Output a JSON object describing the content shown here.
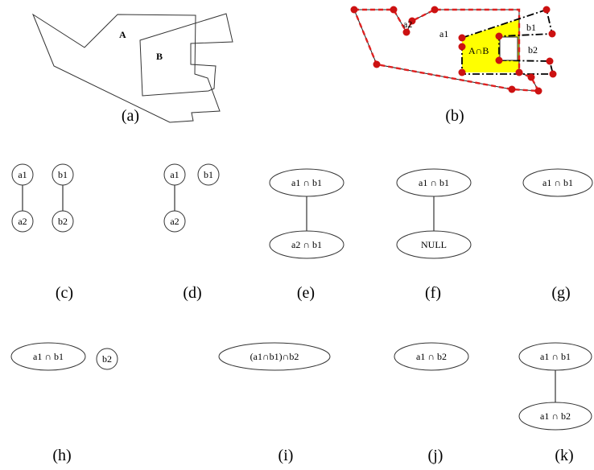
{
  "captions": {
    "a": "(a)",
    "b": "(b)",
    "c": "(c)",
    "d": "(d)",
    "e": "(e)",
    "f": "(f)",
    "g": "(g)",
    "h": "(h)",
    "i": "(i)",
    "j": "(j)",
    "k": "(k)"
  },
  "panel_a": {
    "label_A": "A",
    "label_B": "B"
  },
  "panel_b": {
    "label_a1": "a1",
    "label_a2": "a2",
    "label_b1": "b1",
    "label_b2": "b2",
    "label_intersection": "A∩B",
    "colors": {
      "polygon_a_outline": "#e02020",
      "polygon_b_outline": "#000000",
      "intersection_fill": "#ffff00",
      "vertex": "#cc1111"
    }
  },
  "panel_c": {
    "n1": "a1",
    "n2": "a2",
    "n3": "b1",
    "n4": "b2"
  },
  "panel_d": {
    "n1": "a1",
    "n2": "a2",
    "n3": "b1"
  },
  "panel_e": {
    "n1": "a1 ∩ b1",
    "n2": "a2 ∩ b1"
  },
  "panel_f": {
    "n1": "a1 ∩ b1",
    "n2": "NULL"
  },
  "panel_g": {
    "n1": "a1 ∩ b1"
  },
  "panel_h": {
    "n1": "a1 ∩ b1",
    "n2": "b2"
  },
  "panel_i": {
    "n1": "(a1∩b1)∩b2"
  },
  "panel_j": {
    "n1": "a1 ∩ b2"
  },
  "panel_k": {
    "n1": "a1 ∩ b1",
    "n2": "a1 ∩ b2"
  }
}
